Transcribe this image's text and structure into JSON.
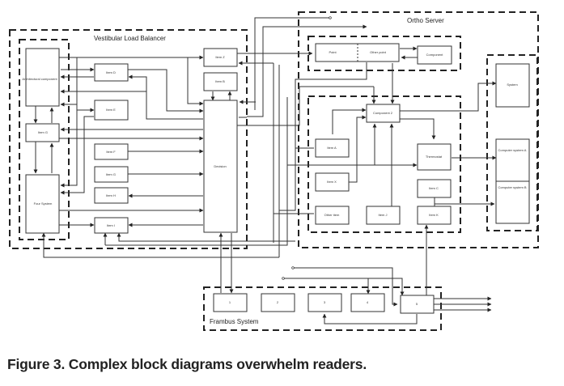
{
  "figure": {
    "caption": "Figure 3. Complex block diagrams overwhelm readers."
  },
  "groups": {
    "vestibular": "Vestibular Load Balancer",
    "ortho": "Ortho Server",
    "frambus": "Frambus System"
  },
  "blocks": {
    "architectural_component": "Architectural component",
    "item_g_left": "Item G",
    "four_system": "Four System",
    "item_d": "Item D",
    "item_e": "Item E",
    "item_f": "Item F",
    "item_g": "Item G",
    "item_h": "Item H",
    "item_i": "Item I",
    "item_z": "Item Z",
    "item_b": "Item B",
    "decision": "Decision",
    "point": "Point",
    "other_point": "Other point",
    "component": "Component",
    "component_2": "Component 2",
    "item_a": "Item A",
    "item_x": "Item X",
    "other_item": "Other item",
    "item_j": "Item J",
    "item_k": "Item K",
    "item_c": "Item C",
    "thermostat": "Thermostat",
    "system": "System",
    "computer_system_a": "Computer system A",
    "computer_system_b": "Computer system B",
    "frambus_1": "1",
    "frambus_2": "2",
    "frambus_3": "3",
    "frambus_4": "4",
    "frambus_5": "5"
  }
}
